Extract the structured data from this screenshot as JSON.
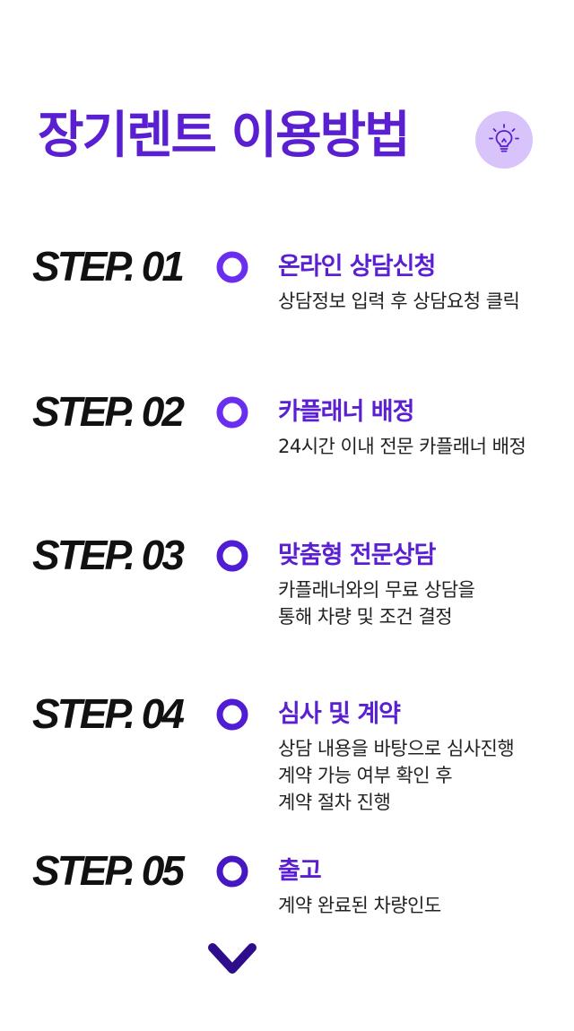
{
  "title": "장기렌트 이용방법",
  "icon": "lightbulb-icon",
  "colors": {
    "accent": "#5a1fd1",
    "line_top": "#7e52f3",
    "line_bottom": "#2e0d8c",
    "bulb_bg": "#d8c4fb"
  },
  "steps": [
    {
      "label": "STEP. 01",
      "title": "온라인 상담신청",
      "desc": [
        "상담정보 입력 후 상담요청 클릭"
      ]
    },
    {
      "label": "STEP. 02",
      "title": "카플래너 배정",
      "desc": [
        "24시간 이내 전문 카플래너 배정"
      ]
    },
    {
      "label": "STEP. 03",
      "title": "맞춤형 전문상담",
      "desc": [
        "카플래너와의 무료 상담을",
        "통해 차량 및 조건 결정"
      ]
    },
    {
      "label": "STEP. 04",
      "title": "심사 및 계약",
      "desc": [
        "상담 내용을 바탕으로 심사진행",
        "계약 가능 여부 확인 후",
        "계약 절차 진행"
      ]
    },
    {
      "label": "STEP. 05",
      "title": "출고",
      "desc": [
        "계약 완료된 차량인도"
      ]
    }
  ]
}
